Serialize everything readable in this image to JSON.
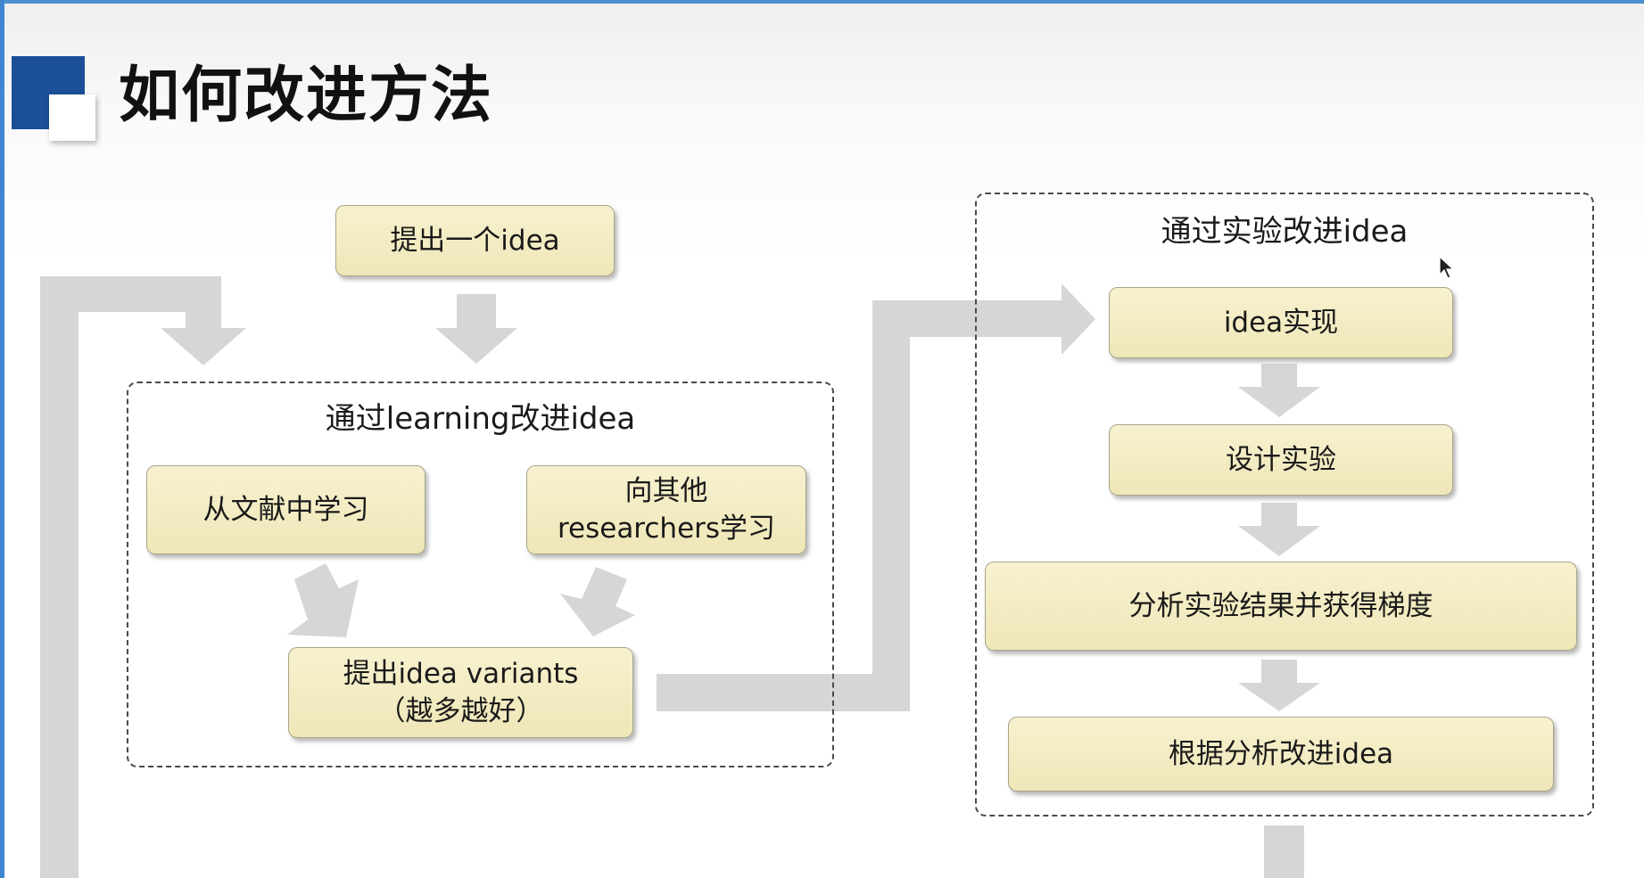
{
  "title": "如何改进方法",
  "nodes": {
    "propose_idea": "提出一个idea",
    "learn_literature": "从文献中学习",
    "learn_researchers": "向其他researchers学习",
    "idea_variants": "提出idea variants（越多越好）",
    "implement": "idea实现",
    "design_experiment": "设计实验",
    "analyze": "分析实验结果并获得梯度",
    "improve": "根据分析改进idea"
  },
  "groups": {
    "learning": "通过learning改进idea",
    "experiment": "通过实验改进idea"
  },
  "colors": {
    "node_fill": "#f2ebc2",
    "arrow_gray": "#d6d6d6",
    "logo_blue": "#1b4f97"
  }
}
